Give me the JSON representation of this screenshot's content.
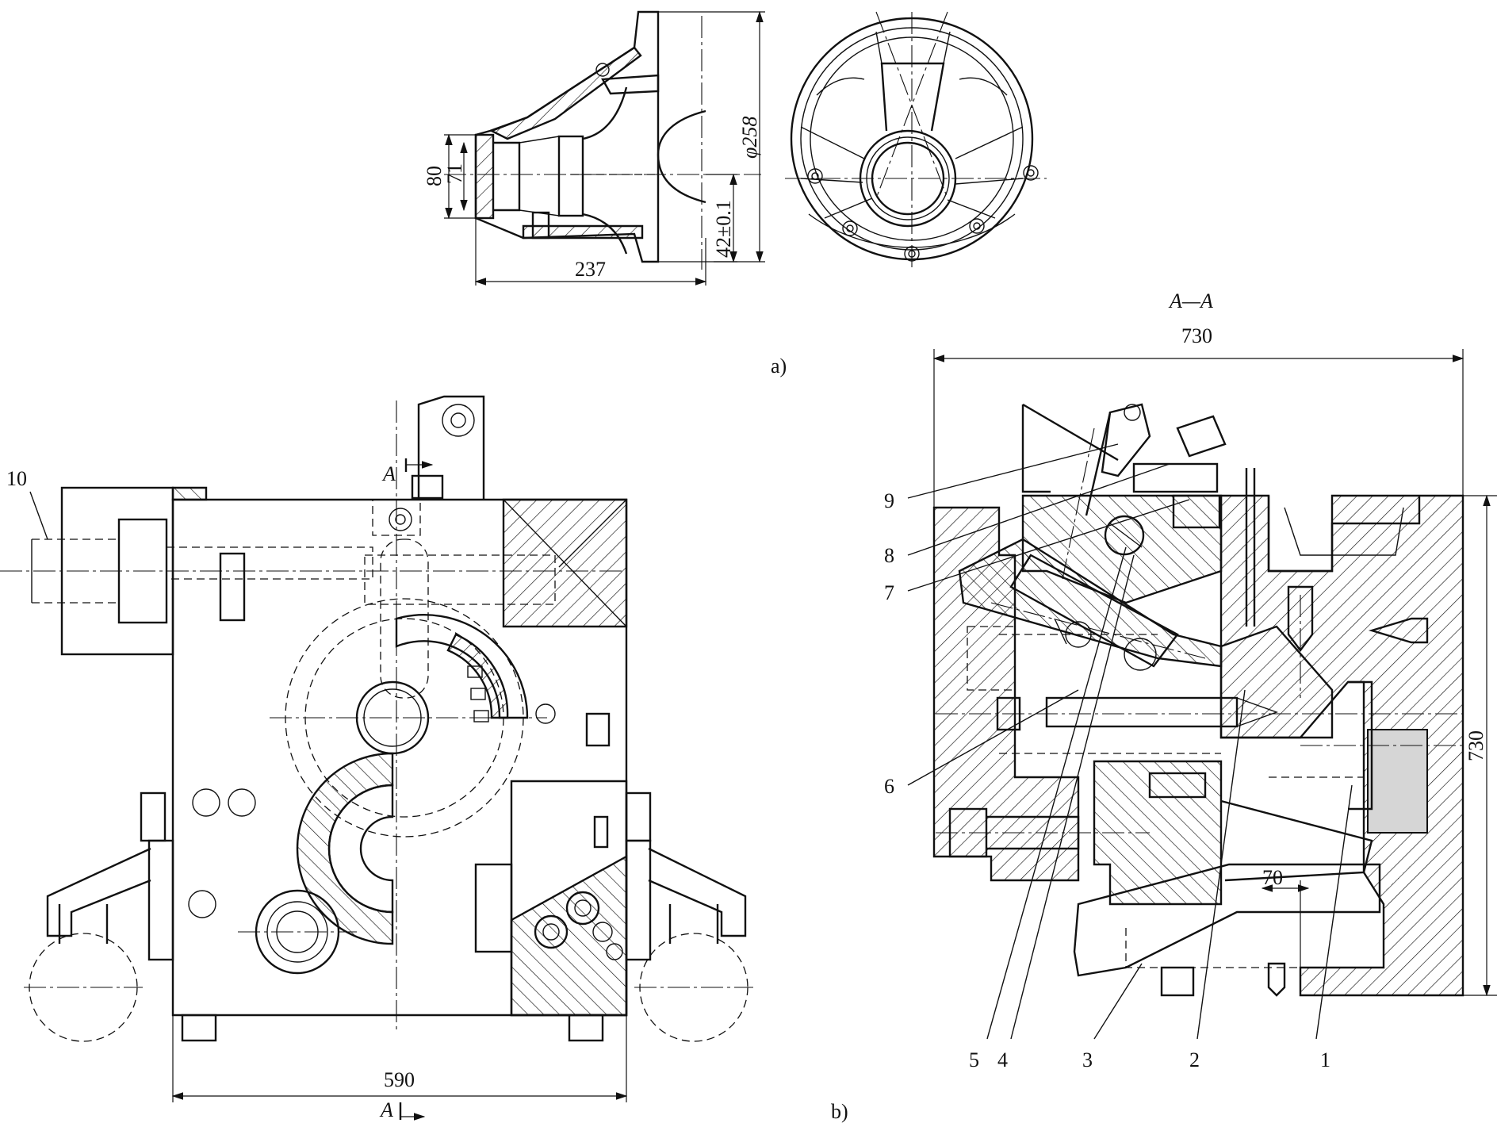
{
  "figure_a": {
    "caption": "a)",
    "dims": {
      "d80": "80",
      "d71": "71",
      "d237": "237",
      "d42": "42±0.1",
      "d258": "φ258"
    }
  },
  "figure_b": {
    "caption": "b)",
    "section_label": "A—A",
    "section_mark_top": "A",
    "section_mark_bottom": "A",
    "dims": {
      "d590": "590",
      "d730_top": "730",
      "d730_side": "730",
      "d70": "70"
    },
    "part_numbers": [
      "1",
      "2",
      "3",
      "4",
      "5",
      "6",
      "7",
      "8",
      "9",
      "10"
    ]
  },
  "colors": {
    "line": "#111111",
    "fill_gray": "#d6d6d6",
    "background": "#ffffff"
  }
}
